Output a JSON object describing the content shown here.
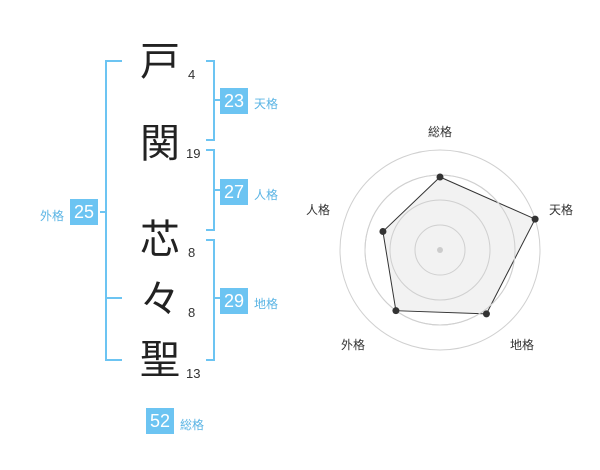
{
  "name": {
    "chars": [
      {
        "char": "戸",
        "strokes": "4"
      },
      {
        "char": "関",
        "strokes": "19"
      },
      {
        "char": "芯",
        "strokes": "8"
      },
      {
        "char": "々",
        "strokes": "8"
      },
      {
        "char": "聖",
        "strokes": "13"
      }
    ]
  },
  "kaku": {
    "tenkaku": {
      "value": "23",
      "label": "天格"
    },
    "jinkaku": {
      "value": "27",
      "label": "人格"
    },
    "chikaku": {
      "value": "29",
      "label": "地格"
    },
    "gaikaku": {
      "value": "25",
      "label": "外格"
    },
    "soukaku": {
      "value": "52",
      "label": "総格"
    }
  },
  "chart_data": {
    "type": "radar",
    "axes": [
      "総格",
      "天格",
      "地格",
      "外格",
      "人格"
    ],
    "values": [
      0.73,
      1.0,
      0.79,
      0.75,
      0.6
    ],
    "rings": 4,
    "grid": true
  },
  "colors": {
    "bracket": "#6cc4f2",
    "badge": "#6cc4f2",
    "chart_fill": "#f0f0f0",
    "ring": "#d0d0d0"
  }
}
